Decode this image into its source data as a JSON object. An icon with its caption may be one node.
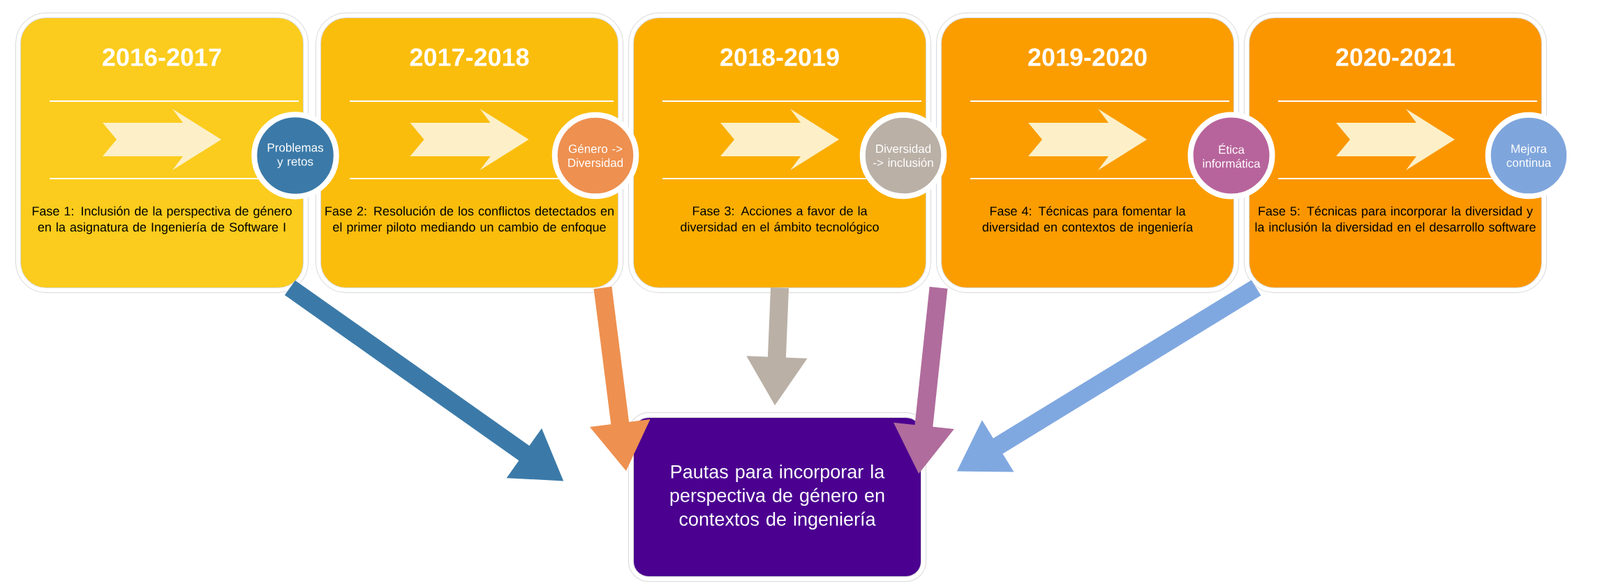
{
  "diagram": {
    "nodes": [
      {
        "text": [
          "2016-2017",
          "Fase 1: Inclusión de la perspectiva de género en la asignatura de Ingeniería de Software I"
        ]
      },
      {
        "text": [
          "2017-2018",
          "Fase 2: Resolución de los conflictos detectados en el primer piloto mediando un cambio de enfoque"
        ]
      },
      {
        "text": [
          "2018-2019",
          "Fase 3: Acciones a favor de la diversidad en el ámbito tecnológico"
        ]
      },
      {
        "text": [
          "2019-2020",
          "Fase 4: Técnicas para fomentar la diversidad en contextos de ingeniería"
        ]
      },
      {
        "text": [
          "2020-2021",
          "Fase 5: Técnicas para incorporar la diversidad y la inclusión la diversidad en el desarrollo software"
        ]
      },
      {
        "text": [
          "Problemas y retos"
        ]
      },
      {
        "text": [
          "Género -> Diversidad"
        ]
      },
      {
        "text": [
          "Diversidad -> inclusión"
        ]
      },
      {
        "text": [
          "Ética informática"
        ]
      },
      {
        "text": [
          "Mejora continua"
        ]
      },
      {
        "text": [
          "Pautas para incorporar la perspectiva de género en contextos de ingeniería"
        ]
      }
    ],
    "edges": [
      {
        "from": 0,
        "to": 10,
        "arrow": "to",
        "color": "#3b7aa8"
      },
      {
        "from": 1,
        "to": 10,
        "arrow": "to",
        "color": "#ee9050"
      },
      {
        "from": 2,
        "to": 10,
        "arrow": "to",
        "color": "#bab0a6"
      },
      {
        "from": 3,
        "to": 10,
        "arrow": "to",
        "color": "#b06c9c"
      },
      {
        "from": 4,
        "to": 10,
        "arrow": "to",
        "color": "#80a8e0"
      }
    ]
  }
}
